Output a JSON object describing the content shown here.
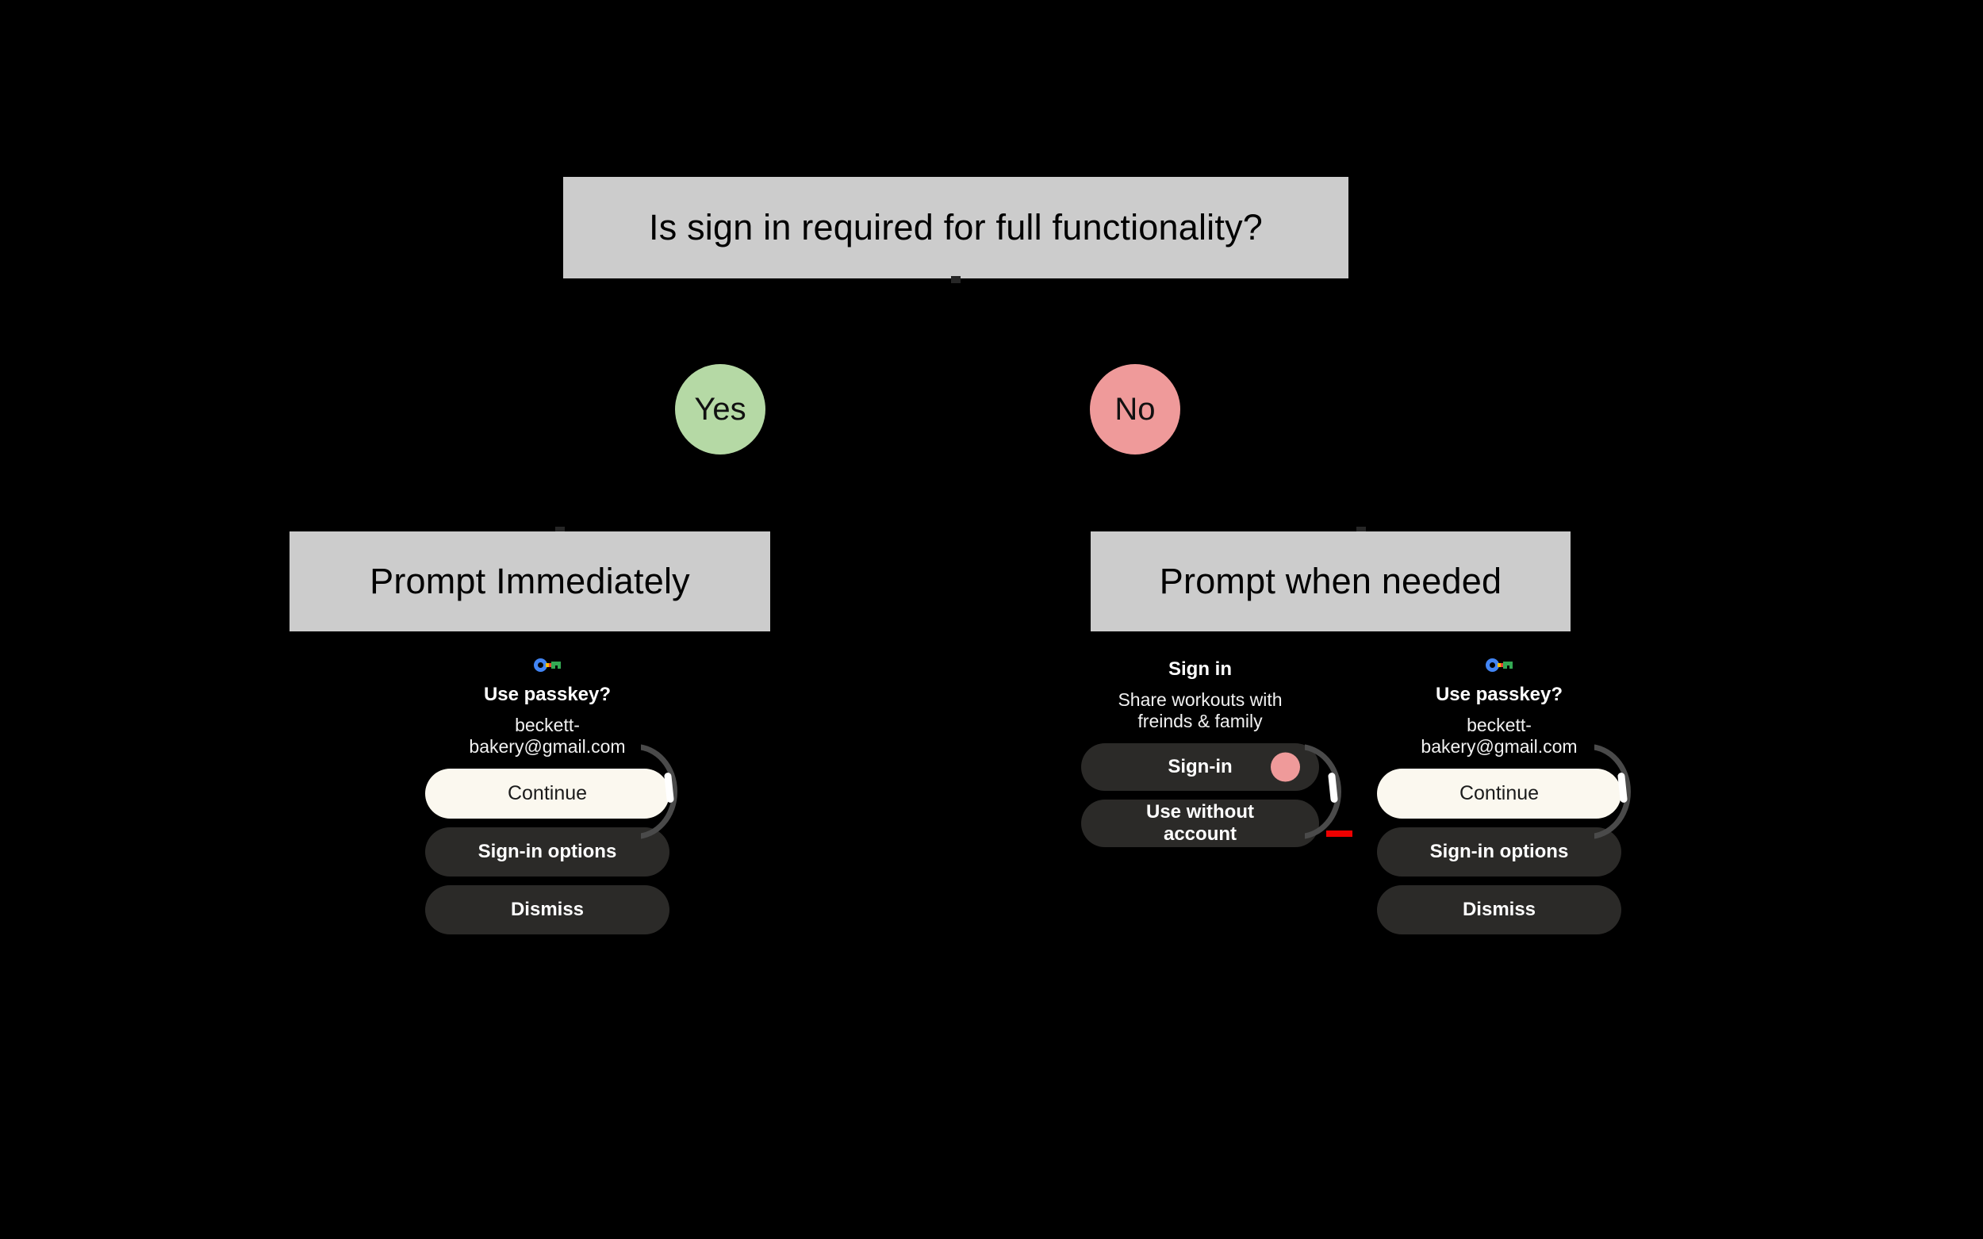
{
  "diagram": {
    "title_box": "Is sign in required for full functionality?",
    "branches": [
      {
        "label": "Yes",
        "color": "#b5d9a5"
      },
      {
        "label": "No",
        "color": "#ef9a9a"
      }
    ],
    "outcomes": [
      {
        "label": "Prompt Immediately"
      },
      {
        "label": "Prompt when needed"
      }
    ],
    "box_fill": "#cccccc",
    "background": "#000000",
    "annotation_arrow_color": "#ee0000"
  },
  "screens": {
    "left_passkey": {
      "icon": "google-passkey-icon",
      "title": "Use passkey?",
      "subtitle": "beckett-\nbakery@gmail.com",
      "buttons": [
        {
          "label": "Continue",
          "style": "primary"
        },
        {
          "label": "Sign-in options",
          "style": "secondary"
        },
        {
          "label": "Dismiss",
          "style": "secondary"
        }
      ]
    },
    "middle_signin": {
      "title": "Sign in",
      "subtitle": "Share workouts with\nfreinds & family",
      "buttons": [
        {
          "label": "Sign-in",
          "style": "secondary",
          "badge_color": "#ef9a9a"
        },
        {
          "label": "Use without\naccount",
          "style": "secondary"
        }
      ]
    },
    "right_passkey": {
      "icon": "google-passkey-icon",
      "title": "Use passkey?",
      "subtitle": "beckett-\nbakery@gmail.com",
      "buttons": [
        {
          "label": "Continue",
          "style": "primary"
        },
        {
          "label": "Sign-in options",
          "style": "secondary"
        },
        {
          "label": "Dismiss",
          "style": "secondary"
        }
      ]
    }
  }
}
